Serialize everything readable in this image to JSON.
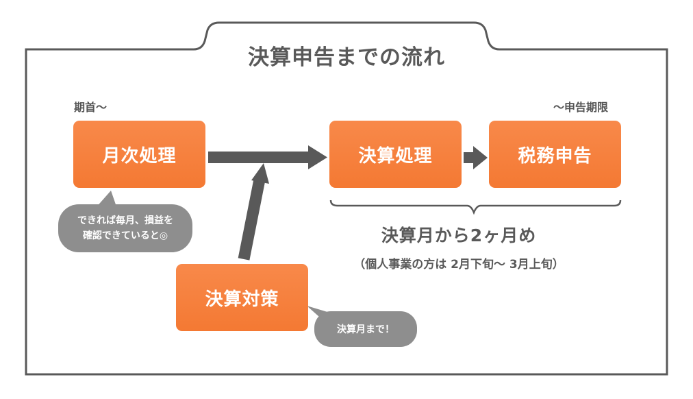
{
  "title": "決算申告までの流れ",
  "labels": {
    "start": "期首〜",
    "deadline": "〜申告期限"
  },
  "boxes": {
    "monthly": "月次処理",
    "settlement": "決算処理",
    "tax": "税務申告",
    "measures": "決算対策"
  },
  "bubbles": {
    "monthly_note_line1": "できれば毎月、損益を",
    "monthly_note_line2": "確認できていると◎",
    "measures_note": "決算月まで！"
  },
  "period": {
    "main": "決算月から2ヶ月め",
    "note": "（個人事業の方は 2月下旬〜 3月上旬）"
  },
  "colors": {
    "box": "#f47933",
    "bubble": "#8e8e8e",
    "arrow": "#595959",
    "frame": "#595959"
  }
}
